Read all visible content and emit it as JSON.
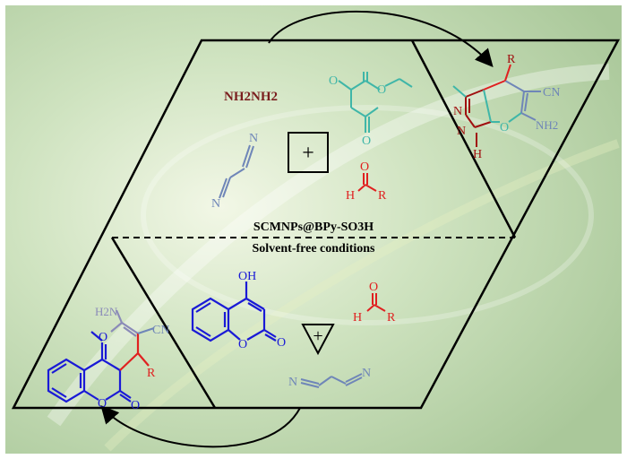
{
  "reactants_top": {
    "hydrazine": "NH2NH2",
    "plus": "+",
    "malononitrile_n1": "N",
    "malononitrile_n2": "N",
    "ketoester_o1": "O",
    "ketoester_o2": "O",
    "ketoester_o3": "O",
    "aldehyde_o": "O",
    "aldehyde_h": "H",
    "aldehyde_r": "R"
  },
  "product_top": {
    "r": "R",
    "cn": "CN",
    "n1": "N",
    "n2": "N",
    "h": "H",
    "o": "O",
    "nh2": "NH2"
  },
  "conditions": {
    "catalyst": "SCMNPs@BPy-SO3H",
    "solvent": "Solvent-free conditions"
  },
  "reactants_bottom": {
    "oh": "OH",
    "ring_o": "O",
    "carbonyl_o": "O",
    "plus": "+",
    "aldehyde_o": "O",
    "aldehyde_h": "H",
    "aldehyde_r": "R",
    "malononitrile_n1": "N",
    "malononitrile_n2": "N"
  },
  "product_bottom": {
    "nh2": "H2N",
    "cn": "CN",
    "r": "R",
    "o_ring": "O",
    "o_lactone": "O",
    "o_carbonyl": "O"
  },
  "colors": {
    "hydrazine": "#7a1e1e",
    "malononitrile": "#6f86b8",
    "ketoester": "#3fb6a8",
    "aldehyde": "#e02020",
    "hydroxycoumarin": "#1a1ad6",
    "amino_group": "#8a8ab8",
    "frame": "#000000"
  }
}
